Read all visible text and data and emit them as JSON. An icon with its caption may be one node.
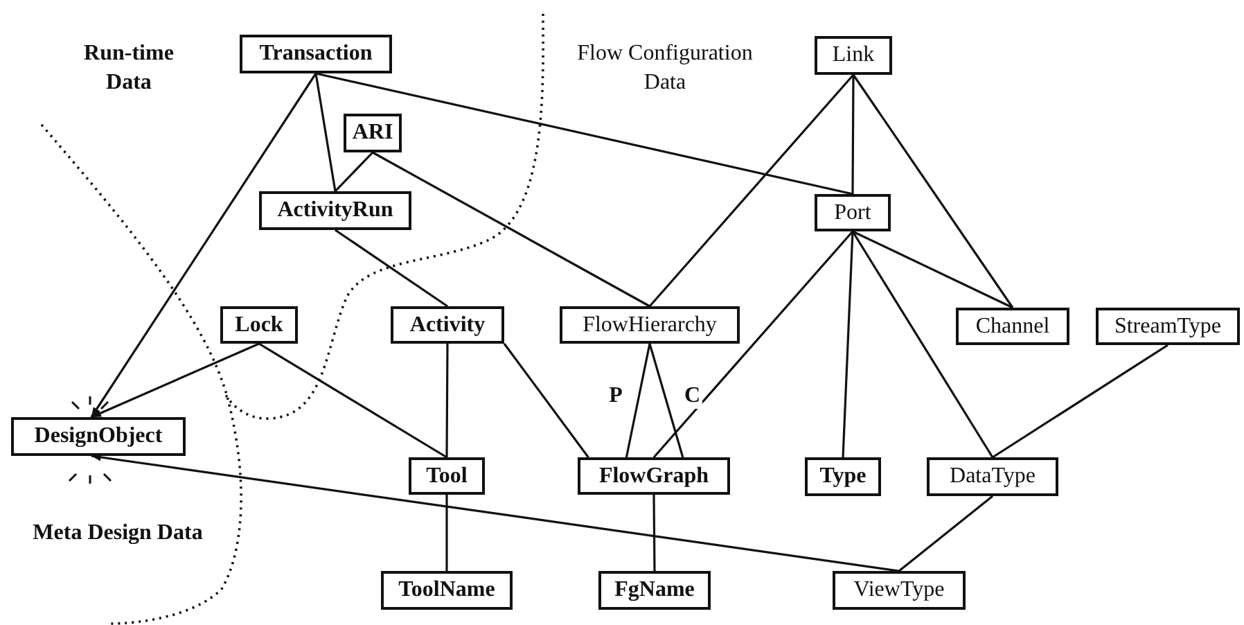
{
  "diagram": {
    "nodes": [
      {
        "text": [
          "Transaction"
        ]
      },
      {
        "text": [
          "Link"
        ]
      },
      {
        "text": [
          "ARI"
        ]
      },
      {
        "text": [
          "ActivityRun"
        ]
      },
      {
        "text": [
          "Port"
        ]
      },
      {
        "text": [
          "Lock"
        ]
      },
      {
        "text": [
          "Activity"
        ]
      },
      {
        "text": [
          "FlowHierarchy"
        ]
      },
      {
        "text": [
          "Channel"
        ]
      },
      {
        "text": [
          "StreamType"
        ]
      },
      {
        "text": [
          "DesignObject"
        ]
      },
      {
        "text": [
          "Tool"
        ]
      },
      {
        "text": [
          "FlowGraph"
        ]
      },
      {
        "text": [
          "Type"
        ]
      },
      {
        "text": [
          "DataType"
        ]
      },
      {
        "text": [
          "ToolName"
        ]
      },
      {
        "text": [
          "FgName"
        ]
      },
      {
        "text": [
          "ViewType"
        ]
      }
    ],
    "edges": [
      {
        "from": 0,
        "to": 10,
        "arrow": "to"
      },
      {
        "from": 5,
        "to": 10,
        "arrow": "to"
      },
      {
        "from": 17,
        "to": 10,
        "arrow": "to"
      },
      {
        "from": 0,
        "to": 3,
        "arrow": "none"
      },
      {
        "from": 0,
        "to": 4,
        "arrow": "none"
      },
      {
        "from": 2,
        "to": 3,
        "arrow": "none"
      },
      {
        "from": 2,
        "to": 7,
        "arrow": "none"
      },
      {
        "from": 3,
        "to": 6,
        "arrow": "none"
      },
      {
        "from": 5,
        "to": 11,
        "arrow": "none"
      },
      {
        "from": 6,
        "to": 11,
        "arrow": "none"
      },
      {
        "from": 6,
        "to": 12,
        "arrow": "none"
      },
      {
        "from": 7,
        "to": 12,
        "arrow": "none",
        "label": "P"
      },
      {
        "from": 7,
        "to": 12,
        "arrow": "none",
        "label": "C"
      },
      {
        "from": 1,
        "to": 7,
        "arrow": "none"
      },
      {
        "from": 1,
        "to": 4,
        "arrow": "none"
      },
      {
        "from": 1,
        "to": 8,
        "arrow": "none"
      },
      {
        "from": 4,
        "to": 12,
        "arrow": "none"
      },
      {
        "from": 4,
        "to": 13,
        "arrow": "none"
      },
      {
        "from": 4,
        "to": 14,
        "arrow": "none"
      },
      {
        "from": 4,
        "to": 8,
        "arrow": "none"
      },
      {
        "from": 9,
        "to": 14,
        "arrow": "none"
      },
      {
        "from": 14,
        "to": 17,
        "arrow": "none"
      },
      {
        "from": 11,
        "to": 15,
        "arrow": "none"
      },
      {
        "from": 12,
        "to": 16,
        "arrow": "none"
      }
    ],
    "labels": [
      "Run-time Data",
      "Flow Configuration Data",
      "Meta Design Data"
    ]
  }
}
